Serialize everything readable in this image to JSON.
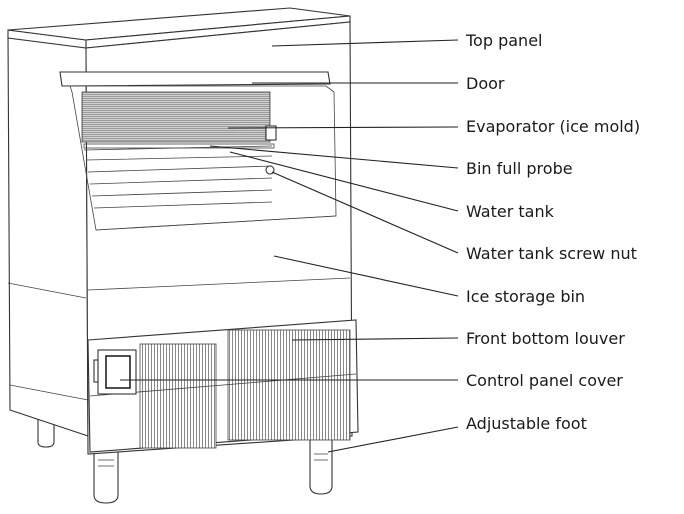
{
  "diagram": {
    "subject": "Ice maker machine",
    "labels": [
      {
        "id": "top-panel",
        "text": "Top panel"
      },
      {
        "id": "door",
        "text": "Door"
      },
      {
        "id": "evaporator",
        "text": "Evaporator (ice mold)"
      },
      {
        "id": "bin-full-probe",
        "text": "Bin full probe"
      },
      {
        "id": "water-tank",
        "text": "Water tank"
      },
      {
        "id": "water-tank-screw-nut",
        "text": "Water tank screw nut"
      },
      {
        "id": "ice-storage-bin",
        "text": "Ice storage bin"
      },
      {
        "id": "front-bottom-louver",
        "text": "Front bottom louver"
      },
      {
        "id": "control-panel-cover",
        "text": "Control panel cover"
      },
      {
        "id": "adjustable-foot",
        "text": "Adjustable foot"
      }
    ],
    "colors": {
      "line": "#222222",
      "text": "#1a1a1a",
      "background": "#ffffff"
    }
  }
}
